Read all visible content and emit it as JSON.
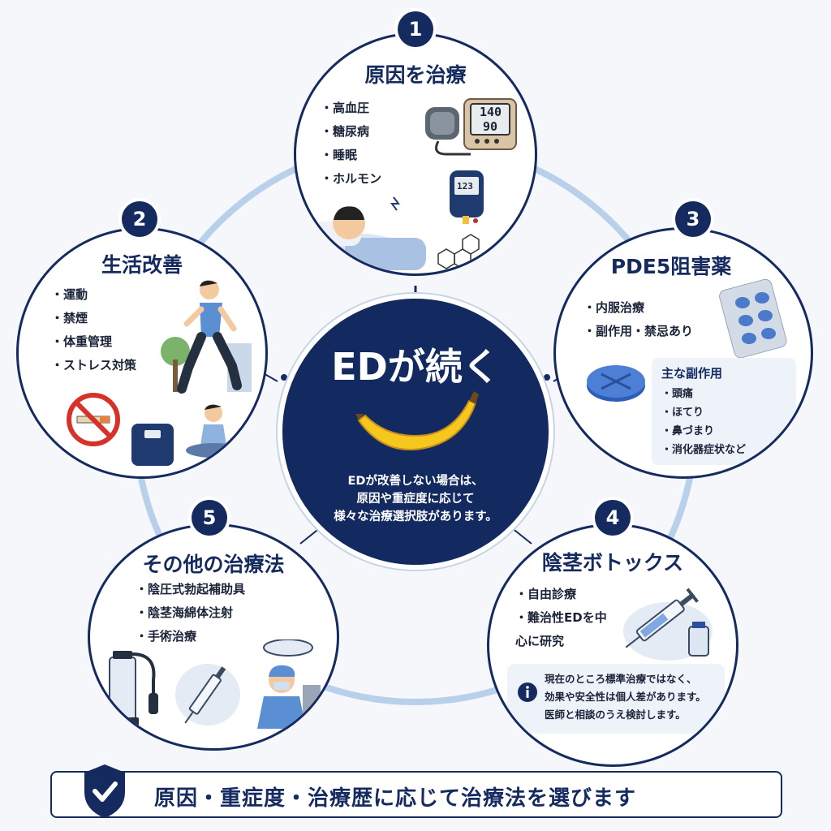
{
  "center": {
    "title": "EDが続く",
    "description_lines": [
      "EDが改善しない場合は、",
      "原因や重症度に応じて",
      "様々な治療選択肢があります。"
    ]
  },
  "nodes": [
    {
      "number": "1",
      "title": "原因を治療",
      "points": [
        "高血圧",
        "糖尿病",
        "睡眠",
        "ホルモン"
      ],
      "bp_monitor": {
        "systolic": "140",
        "diastolic": "90"
      },
      "glucose_meter": "123",
      "icons": [
        "blood-pressure-monitor-icon",
        "glucose-meter-icon",
        "sleeping-person-icon",
        "hormone-molecule-icon"
      ]
    },
    {
      "number": "2",
      "title": "生活改善",
      "points": [
        "運動",
        "禁煙",
        "体重管理",
        "ストレス対策"
      ],
      "icons": [
        "running-person-icon",
        "no-smoking-icon",
        "scale-icon",
        "meditation-icon"
      ]
    },
    {
      "number": "3",
      "title": "PDE5阻害薬",
      "points": [
        "内服治療",
        "副作用・禁忌あり"
      ],
      "side_effects": {
        "title": "主な副作用",
        "items": [
          "頭痛",
          "ほてり",
          "鼻づまり",
          "消化器症状など"
        ]
      },
      "icons": [
        "pill-blister-icon",
        "tablet-icon"
      ]
    },
    {
      "number": "4",
      "title": "陰茎ボトックス",
      "points": [
        "自由診療",
        "難治性EDを中心に研究"
      ],
      "note_lines": [
        "現在のところ標準治療ではなく、",
        "効果や安全性は個人差があります。",
        "医師と相談のうえ検討します。"
      ],
      "icons": [
        "syringe-icon",
        "vial-icon",
        "info-icon"
      ]
    },
    {
      "number": "5",
      "title": "その他の治療法",
      "points": [
        "陰圧式勃起補助具",
        "陰茎海綿体注射",
        "手術治療"
      ],
      "icons": [
        "vacuum-pump-icon",
        "syringe-icon",
        "surgeon-icon"
      ]
    }
  ],
  "footer": {
    "text": "原因・重症度・治療歴に応じて治療法を選びます",
    "icon": "shield-check-icon"
  },
  "colors": {
    "navy": "#152a5e",
    "ring": "#b9d0ea",
    "banana": "#f6c71c"
  }
}
